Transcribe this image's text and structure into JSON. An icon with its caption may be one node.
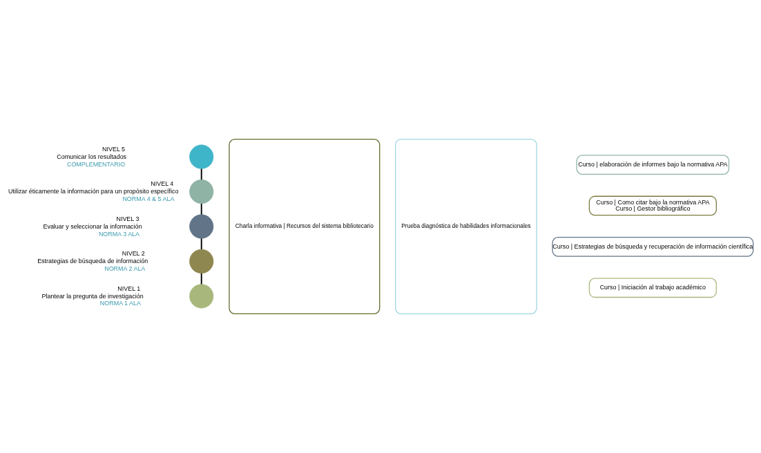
{
  "diagram": {
    "nodes": [
      {
        "text": [],
        "shape": "circle",
        "beside": [
          "NIVEL 5",
          "Comunicar los resultados",
          "COMPLEMENTARIO"
        ]
      },
      {
        "text": [],
        "shape": "circle",
        "beside": [
          "NIVEL 4",
          "Utilizar éticamente la información para un propósito específico",
          "NORMA 4 & 5 ALA"
        ]
      },
      {
        "text": [],
        "shape": "circle",
        "beside": [
          "NIVEL 3",
          "Evaluar y seleccionar la información",
          "NORMA 3 ALA"
        ]
      },
      {
        "text": [],
        "shape": "circle",
        "beside": [
          "NIVEL 2",
          "Estrategias de búsqueda de información",
          "NORMA 2 ALA"
        ]
      },
      {
        "text": [],
        "shape": "circle",
        "beside": [
          "NIVEL 1",
          "Plantear la pregunta de investigación",
          "NORMA 1 ALA"
        ]
      },
      {
        "text": [
          "Charla informativa | Recursos del sistema bibliotecario"
        ]
      },
      {
        "text": [
          "Prueba diagnóstica de habilidades informacionales"
        ]
      },
      {
        "text": [
          "Curso | elaboración de informes bajo la normativa APA"
        ]
      },
      {
        "text": [
          "Curso | Como citar bajo la normativa APA",
          "Curso | Gestor bibliográfico"
        ]
      },
      {
        "text": [
          "Curso | Estrategias de búsqueda y recuperación de información científica"
        ]
      },
      {
        "text": [
          "Curso | Iniciación al trabajo académico"
        ]
      }
    ],
    "edges": [
      {
        "from": 0,
        "to": 1,
        "arrow": "none"
      },
      {
        "from": 1,
        "to": 2,
        "arrow": "none"
      },
      {
        "from": 2,
        "to": 3,
        "arrow": "none"
      },
      {
        "from": 3,
        "to": 4,
        "arrow": "none"
      }
    ]
  }
}
